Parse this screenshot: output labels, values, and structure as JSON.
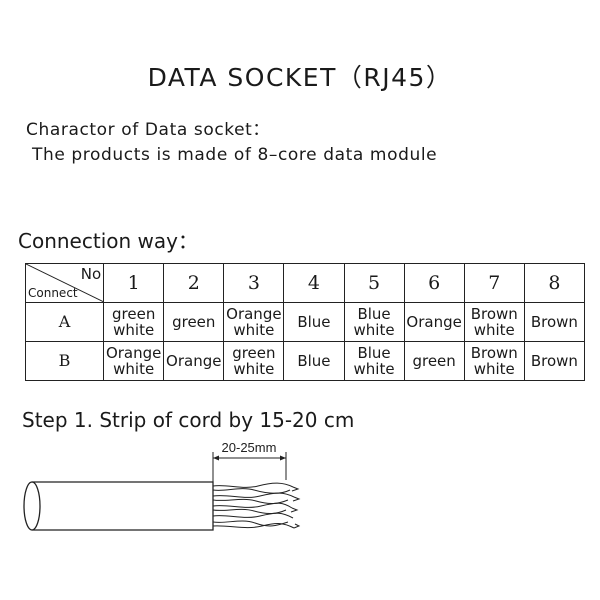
{
  "title": "DATA SOCKET（RJ45）",
  "character": {
    "heading": "Charactor of Data socket：",
    "description": "The products is made of 8–core data module"
  },
  "connection": {
    "heading": "Connection way：",
    "corner_top": "No",
    "corner_bottom": "Connect",
    "columns": [
      "1",
      "2",
      "3",
      "4",
      "5",
      "6",
      "7",
      "8"
    ],
    "rows": [
      {
        "label": "A",
        "cells": [
          [
            "green",
            "white"
          ],
          [
            "green"
          ],
          [
            "Orange",
            "white"
          ],
          [
            "Blue"
          ],
          [
            "Blue",
            "white"
          ],
          [
            "Orange"
          ],
          [
            "Brown",
            "white"
          ],
          [
            "Brown"
          ]
        ]
      },
      {
        "label": "B",
        "cells": [
          [
            "Orange",
            "white"
          ],
          [
            "Orange"
          ],
          [
            "green",
            "white"
          ],
          [
            "Blue"
          ],
          [
            "Blue",
            "white"
          ],
          [
            "green"
          ],
          [
            "Brown",
            "white"
          ],
          [
            "Brown"
          ]
        ]
      }
    ]
  },
  "step1": {
    "text": "Step 1. Strip of cord by 15-20 cm",
    "dimension_label": "20-25mm"
  }
}
